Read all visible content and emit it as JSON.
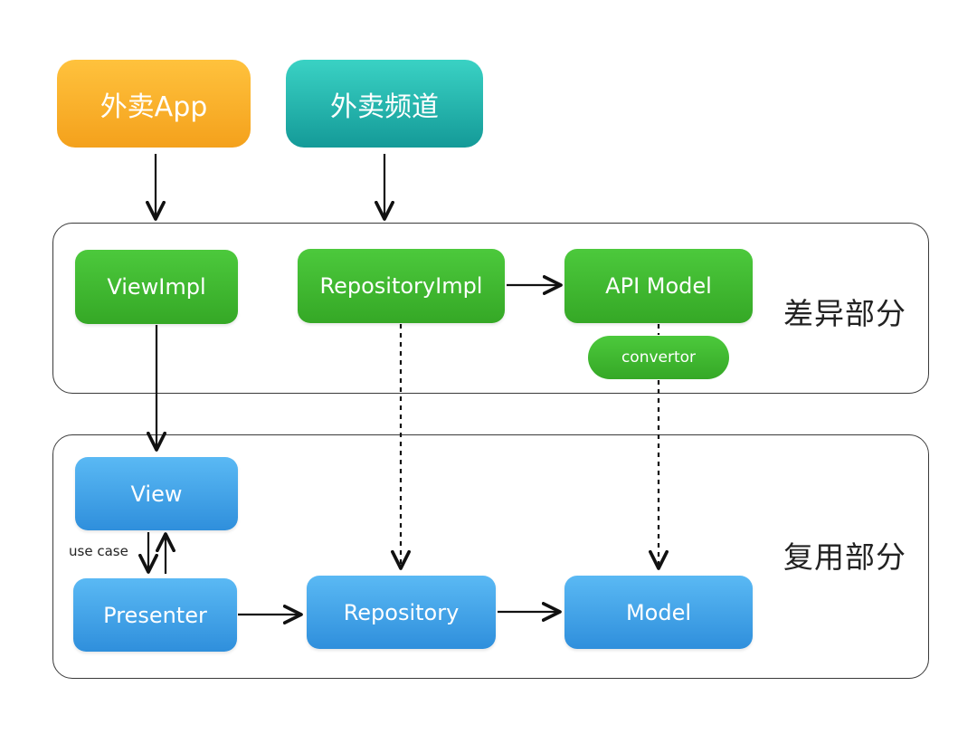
{
  "sources": {
    "app": "外卖App",
    "channel": "外卖频道"
  },
  "groups": {
    "diff_label": "差异部分",
    "reuse_label": "复用部分"
  },
  "diff_nodes": {
    "view_impl": "ViewImpl",
    "repository_impl": "RepositoryImpl",
    "api_model": "API Model",
    "convertor": "convertor"
  },
  "reuse_nodes": {
    "view": "View",
    "presenter": "Presenter",
    "repository": "Repository",
    "model": "Model"
  },
  "edge_labels": {
    "use_case": "use case"
  },
  "colors": {
    "orange": "#f4a11c",
    "teal": "#149a98",
    "green": "#35a826",
    "blue": "#2f8fdc",
    "line": "#111111"
  }
}
